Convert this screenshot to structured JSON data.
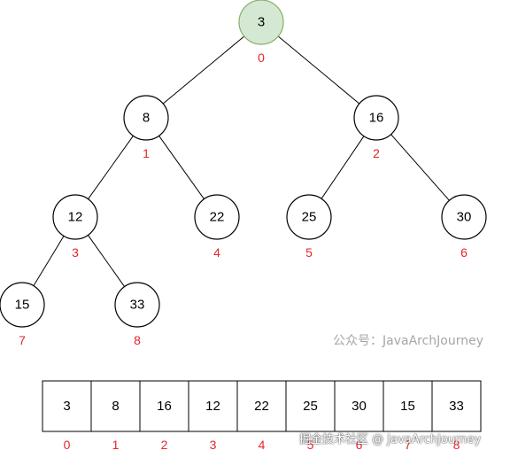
{
  "tree": {
    "nodes": [
      {
        "index": 0,
        "value": "3",
        "index_label": "0",
        "root": true
      },
      {
        "index": 1,
        "value": "8",
        "index_label": "1"
      },
      {
        "index": 2,
        "value": "16",
        "index_label": "2"
      },
      {
        "index": 3,
        "value": "12",
        "index_label": "3"
      },
      {
        "index": 4,
        "value": "22",
        "index_label": "4"
      },
      {
        "index": 5,
        "value": "25",
        "index_label": "5"
      },
      {
        "index": 6,
        "value": "30",
        "index_label": "6"
      },
      {
        "index": 7,
        "value": "15",
        "index_label": "7"
      },
      {
        "index": 8,
        "value": "33",
        "index_label": "8"
      }
    ],
    "edges": [
      [
        0,
        1
      ],
      [
        0,
        2
      ],
      [
        1,
        3
      ],
      [
        1,
        4
      ],
      [
        2,
        5
      ],
      [
        2,
        6
      ],
      [
        3,
        7
      ],
      [
        3,
        8
      ]
    ]
  },
  "array": {
    "values": [
      "3",
      "8",
      "16",
      "12",
      "22",
      "25",
      "30",
      "15",
      "33"
    ],
    "indices": [
      "0",
      "1",
      "2",
      "3",
      "4",
      "5",
      "6",
      "7",
      "8"
    ]
  },
  "watermark": {
    "account": "公众号：JavaArchJourney",
    "site": "掘金技术社区 @ JavaArchJourney"
  },
  "colors": {
    "root_fill": "#d5e8d4",
    "root_stroke": "#82b366",
    "index_red": "#e5242b"
  }
}
